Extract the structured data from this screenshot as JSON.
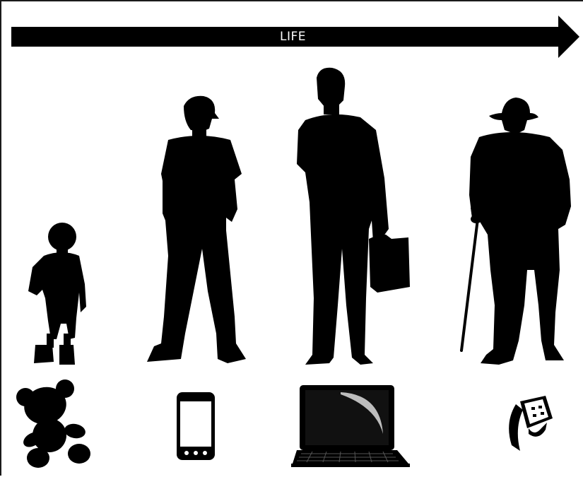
{
  "timeline": {
    "label": "LIFE"
  },
  "stages": [
    {
      "id": "child",
      "figure_icon": "toddler-silhouette-icon",
      "device_icon": "teddy-bear-icon"
    },
    {
      "id": "teen",
      "figure_icon": "teen-with-cap-silhouette-icon",
      "device_icon": "smartphone-icon"
    },
    {
      "id": "adult",
      "figure_icon": "businessman-with-briefcase-silhouette-icon",
      "device_icon": "laptop-icon"
    },
    {
      "id": "elder",
      "figure_icon": "elderly-man-with-cane-silhouette-icon",
      "device_icon": "smartwatch-icon"
    }
  ],
  "colors": {
    "silhouette": "#000000",
    "background": "#ffffff",
    "label": "#ffffff"
  }
}
